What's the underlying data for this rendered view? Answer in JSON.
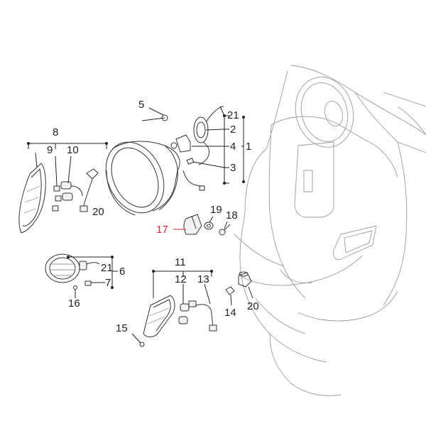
{
  "callouts": {
    "c1": "1",
    "c2": "2",
    "c3": "3",
    "c4": "4",
    "c5": "5",
    "c6": "6",
    "c7": "7",
    "c8": "8",
    "c9": "9",
    "c10": "10",
    "c11": "11",
    "c12": "12",
    "c13": "13",
    "c14": "14",
    "c15": "15",
    "c16": "16",
    "c17": "17",
    "c18": "18",
    "c19": "19",
    "c20a": "20",
    "c20b": "20",
    "c21a": "21",
    "c21b": "21"
  },
  "highlight_color": "#e0262f",
  "highlighted_part": "17"
}
